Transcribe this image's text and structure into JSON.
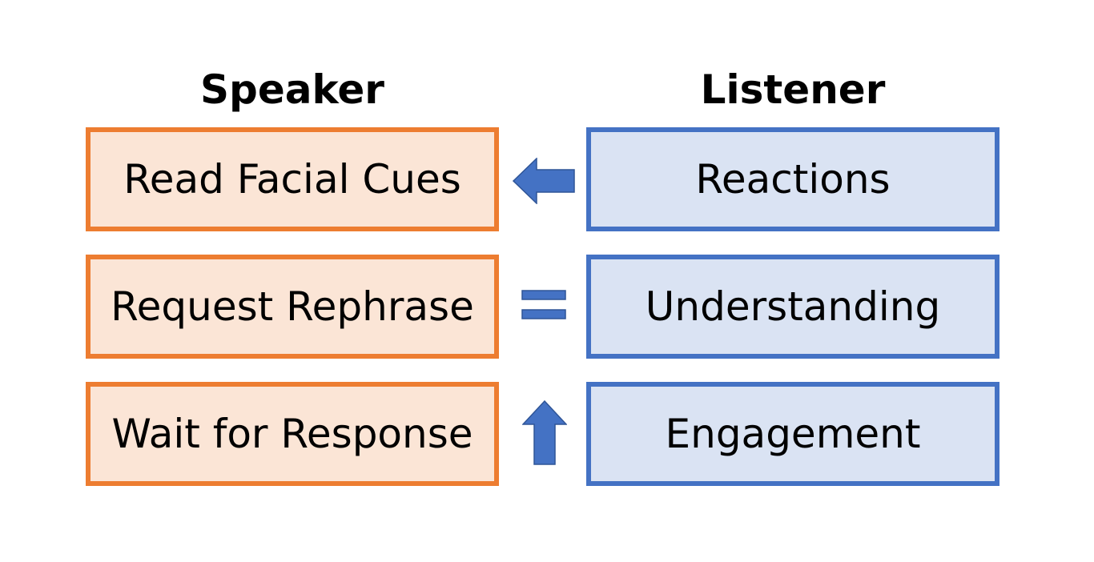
{
  "headers": {
    "speaker": "Speaker",
    "listener": "Listener"
  },
  "rows": [
    {
      "speaker": "Read Facial Cues",
      "relation": "left-arrow-icon",
      "listener": "Reactions"
    },
    {
      "speaker": "Request Rephrase",
      "relation": "equals-icon",
      "listener": "Understanding"
    },
    {
      "speaker": "Wait for Response",
      "relation": "up-arrow-icon",
      "listener": "Engagement"
    }
  ],
  "colors": {
    "speaker_fill": "#fbe5d6",
    "speaker_border": "#ed7d31",
    "listener_fill": "#dae3f3",
    "listener_border": "#4472c4",
    "connector": "#4472c4",
    "connector_outline": "#2f5597"
  }
}
